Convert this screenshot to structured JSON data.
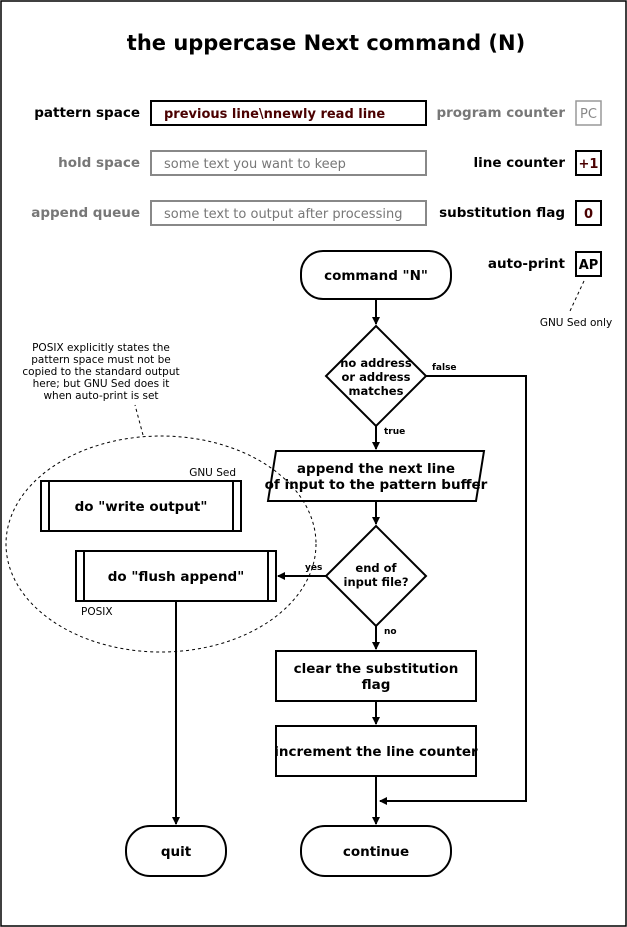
{
  "title": "the uppercase Next command (N)",
  "state": {
    "pattern_space": {
      "label": "pattern space",
      "value": "previous line\\nnewly read line"
    },
    "hold_space": {
      "label": "hold space",
      "value": "some text you want to keep"
    },
    "append_queue": {
      "label": "append queue",
      "value": "some text to output after processing"
    },
    "program_counter": {
      "label": "program counter",
      "value": "PC"
    },
    "line_counter": {
      "label": "line counter",
      "value": "+1"
    },
    "substitution_flag": {
      "label": "substitution flag",
      "value": "0"
    },
    "auto_print": {
      "label": "auto-print",
      "value": "AP",
      "note": "GNU Sed only"
    }
  },
  "flow": {
    "start": "command \"N\"",
    "decision_address": [
      "no address",
      "or address",
      "matches"
    ],
    "append_line": [
      "append the next line",
      "of input to the pattern buffer"
    ],
    "decision_eof": [
      "end of",
      "input file?"
    ],
    "clear_flag": [
      "clear the substitution",
      "flag"
    ],
    "increment": "increment the line counter",
    "continue": "continue",
    "write_output": "do \"write output\"",
    "flush_append": "do \"flush append\"",
    "quit": "quit",
    "edge_false": "false",
    "edge_true": "true",
    "edge_yes": "yes",
    "edge_no": "no",
    "gnu_label": "GNU Sed",
    "posix_label": "POSIX",
    "posix_note": [
      "POSIX explicitly states the",
      "pattern space must not be",
      "copied to the standard output",
      "here; but GNU Sed does it",
      "when auto-print is set"
    ]
  }
}
